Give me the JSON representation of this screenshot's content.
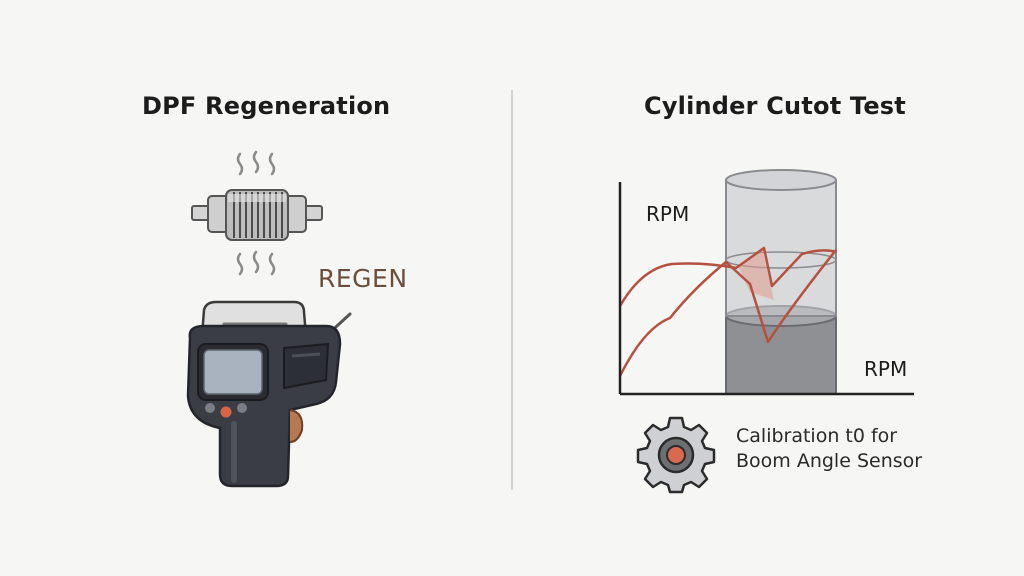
{
  "left": {
    "title": "DPF Regeneration",
    "regen_label": "REGEN",
    "icons": [
      "dpf-filter-icon",
      "heat-waves-icon",
      "diagnostic-scanner-icon"
    ]
  },
  "right": {
    "title": "Cylinder Cutot Test",
    "y_axis_label": "RPM",
    "x_axis_label": "RPM",
    "caption_line1": "Calibration t0 for",
    "caption_line2": "Boom Angle Sensor",
    "icons": [
      "cylinder-icon",
      "gear-icon"
    ]
  },
  "colors": {
    "curve": "#b5513f",
    "metal": "#8d8d8d",
    "device_body": "#3a3d44",
    "gear_center": "#d96a4f"
  }
}
